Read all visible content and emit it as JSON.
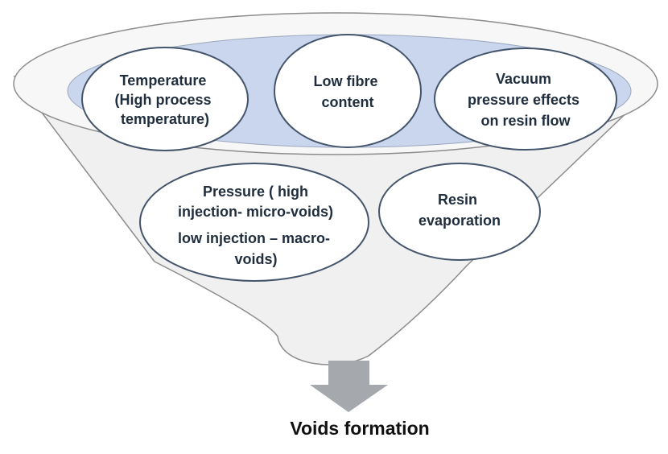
{
  "colors": {
    "funnel_fill": "#f0f0f1",
    "funnel_stroke": "#8c8c8c",
    "rim_fill": "#f7f7f8",
    "inner_fill": "#c9d6ee",
    "inner_stroke": "#9aa6bb",
    "bubble_fill": "#ffffff",
    "bubble_stroke": "#44546a",
    "arrow_fill": "#a5a8ad",
    "text": "#1f2d3d"
  },
  "factors": [
    {
      "id": "temperature",
      "lines": [
        "Temperature",
        "(High process",
        "temperature)"
      ]
    },
    {
      "id": "low-fibre-content",
      "lines": [
        "Low fibre",
        "content"
      ]
    },
    {
      "id": "vacuum",
      "lines": [
        "Vacuum",
        "pressure effects",
        "on resin flow"
      ]
    },
    {
      "id": "pressure",
      "lines": [
        "Pressure ( high",
        "injection- micro-voids)",
        "low injection – macro-",
        "voids)"
      ]
    },
    {
      "id": "resin-evaporation",
      "lines": [
        "Resin",
        "evaporation"
      ]
    }
  ],
  "result": {
    "label": "Voids formation"
  }
}
